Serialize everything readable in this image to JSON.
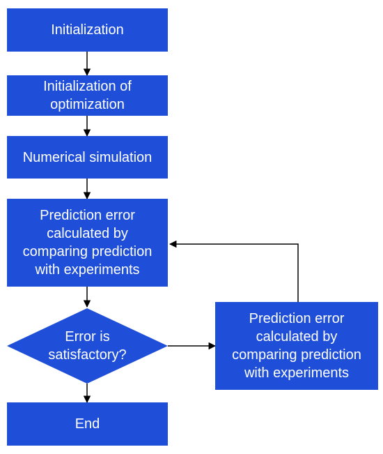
{
  "colors": {
    "box_fill": "#1f4fd8",
    "box_text": "#ffffff",
    "connector": "#000000",
    "background": "#ffffff"
  },
  "flowchart": {
    "steps": {
      "initialization": "Initialization",
      "init_optimization": "Initialization of\noptimization",
      "numerical_simulation": "Numerical simulation",
      "prediction_error": "Prediction error\ncalculated by\ncomparing prediction\nwith experiments",
      "decision": "Error is\nsatisfactory?",
      "feedback_box": "Prediction error\ncalculated by\ncomparing prediction\nwith experiments",
      "end": "End"
    }
  }
}
